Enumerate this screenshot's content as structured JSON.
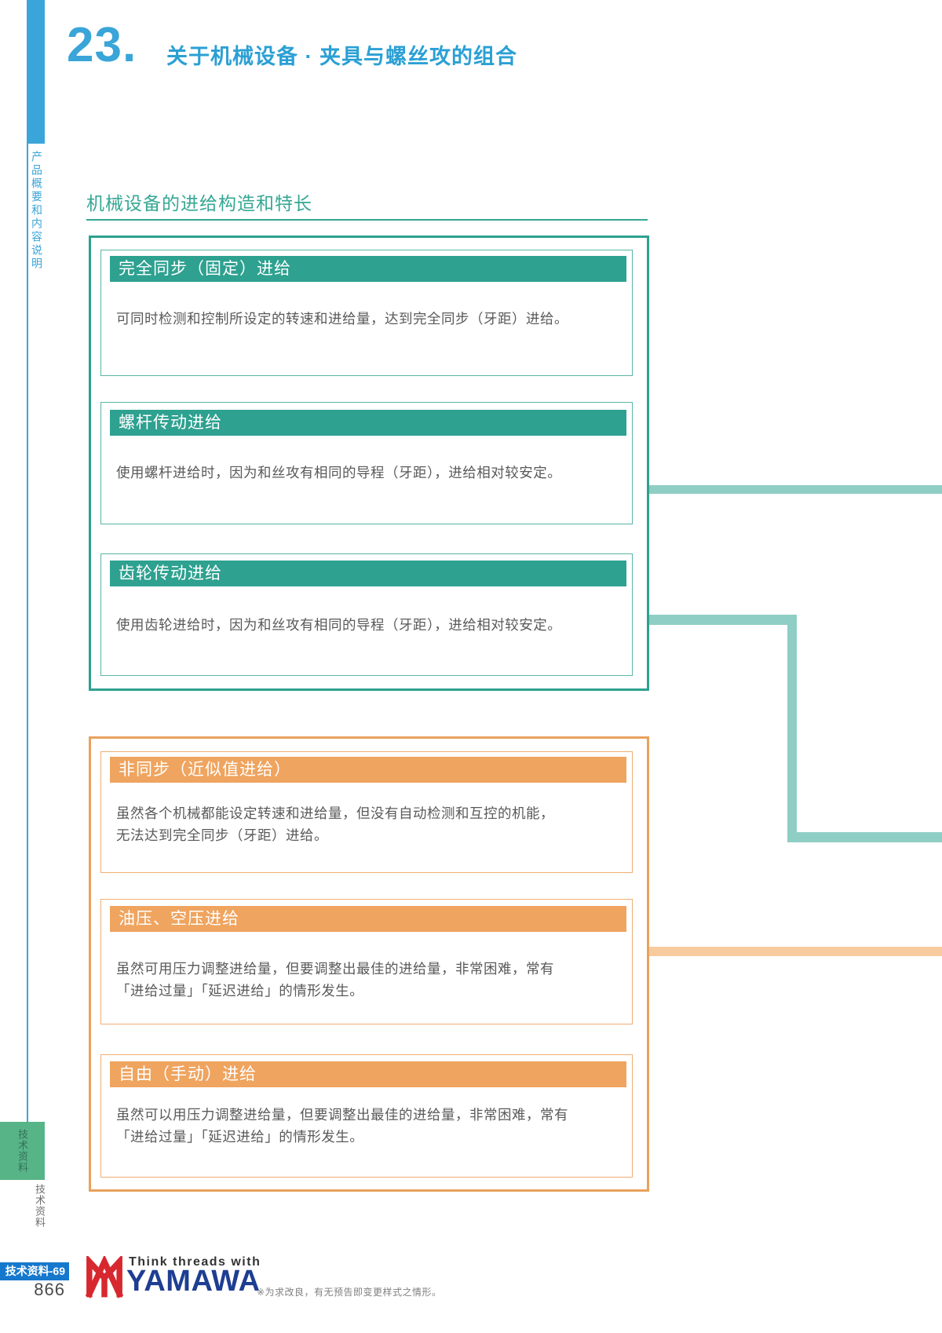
{
  "colors": {
    "brand_blue": "#3aa5d8",
    "teal": "#2ea190",
    "teal_light_connector": "#8fcec4",
    "orange": "#efa45f",
    "orange_light_connector": "#f7cb9e",
    "badge_blue": "#1678cd",
    "footer_green": "#57b487",
    "logo_red": "#d7282f",
    "logo_navy": "#1d3e92",
    "body_text": "#595959"
  },
  "header": {
    "chapter_number": "23.",
    "chapter_title": "关于机械设备 · 夹具与螺丝攻的组合",
    "side_tab": "产品概要和内容说明"
  },
  "section": {
    "heading": "机械设备的进给构造和特长"
  },
  "sync_group": {
    "items": [
      {
        "title": "完全同步（固定）进给",
        "body": "可同时检测和控制所设定的转速和进给量，达到完全同步（牙距）进给。"
      },
      {
        "title": "螺杆传动进给",
        "body": "使用螺杆进给时，因为和丝攻有相同的导程（牙距），进给相对较安定。"
      },
      {
        "title": "齿轮传动进给",
        "body": "使用齿轮进给时，因为和丝攻有相同的导程（牙距），进给相对较安定。"
      }
    ]
  },
  "async_group": {
    "items": [
      {
        "title": "非同步（近似值进给）",
        "body": "虽然各个机械都能设定转速和进给量，但没有自动检测和互控的机能，\n无法达到完全同步（牙距）进给。"
      },
      {
        "title": "油压、空压进给",
        "body": "虽然可用压力调整进给量，但要调整出最佳的进给量，非常困难，常有\n「进给过量」「延迟进给」的情形发生。"
      },
      {
        "title": "自由（手动）进给",
        "body": "虽然可以用压力调整进给量，但要调整出最佳的进给量，非常困难，常有\n「进给过量」「延迟进给」的情形发生。"
      }
    ]
  },
  "footer": {
    "side_tab_green": "技术资料",
    "side_tab_gray": "技术资料",
    "badge": "技术资料-69",
    "page_number": "866",
    "logo_tagline": "Think threads with",
    "logo_name": "YAMAWA",
    "disclaimer": "※为求改良，有无预告即变更样式之情形。"
  }
}
